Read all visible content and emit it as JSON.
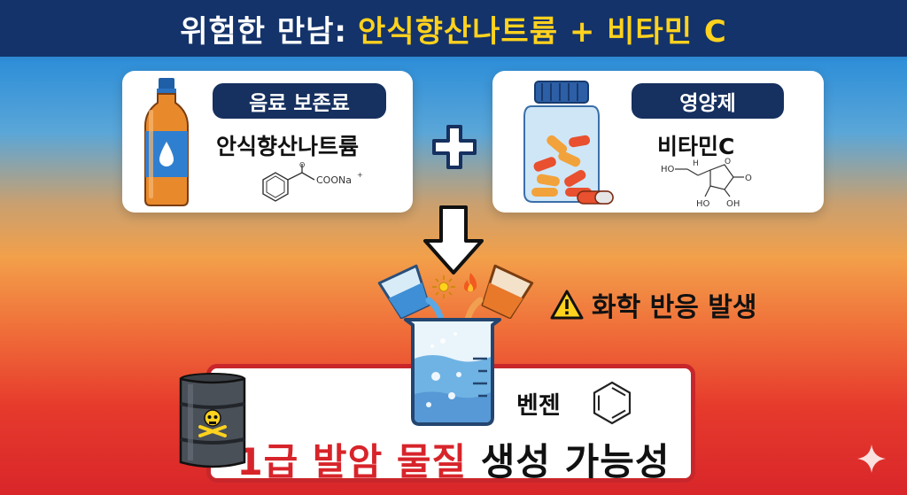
{
  "title": {
    "part1": "위험한 만남:",
    "part2": "안식향산나트륨 + 비타민 C"
  },
  "left_card": {
    "category": "음료 보존료",
    "name": "안식향산나트륨",
    "formula_label": "COONa",
    "formula_sup": "+",
    "formula_o": "O"
  },
  "right_card": {
    "category": "영양제",
    "name": "비타민C",
    "labels": [
      "HO",
      "H",
      "O",
      "O",
      "HO",
      "OH"
    ]
  },
  "reaction": {
    "warning": "화학 반응 발생"
  },
  "result": {
    "benzene_label": "벤젠",
    "text_red": "1급 발암 물질",
    "text_black": "생성 가능성"
  },
  "icons": {
    "plus": "plus-icon",
    "arrow": "arrow-down-icon",
    "warning": "warning-icon",
    "sun": "sun-icon",
    "fire": "fire-icon",
    "bottle": "bottle-icon",
    "pills": "pill-jar-icon",
    "barrel": "toxic-barrel-icon",
    "beaker": "beaker-icon",
    "sparkle": "sparkle-icon"
  },
  "colors": {
    "navy": "#14336a",
    "yellow": "#ffd21e",
    "red": "#d7242a"
  }
}
